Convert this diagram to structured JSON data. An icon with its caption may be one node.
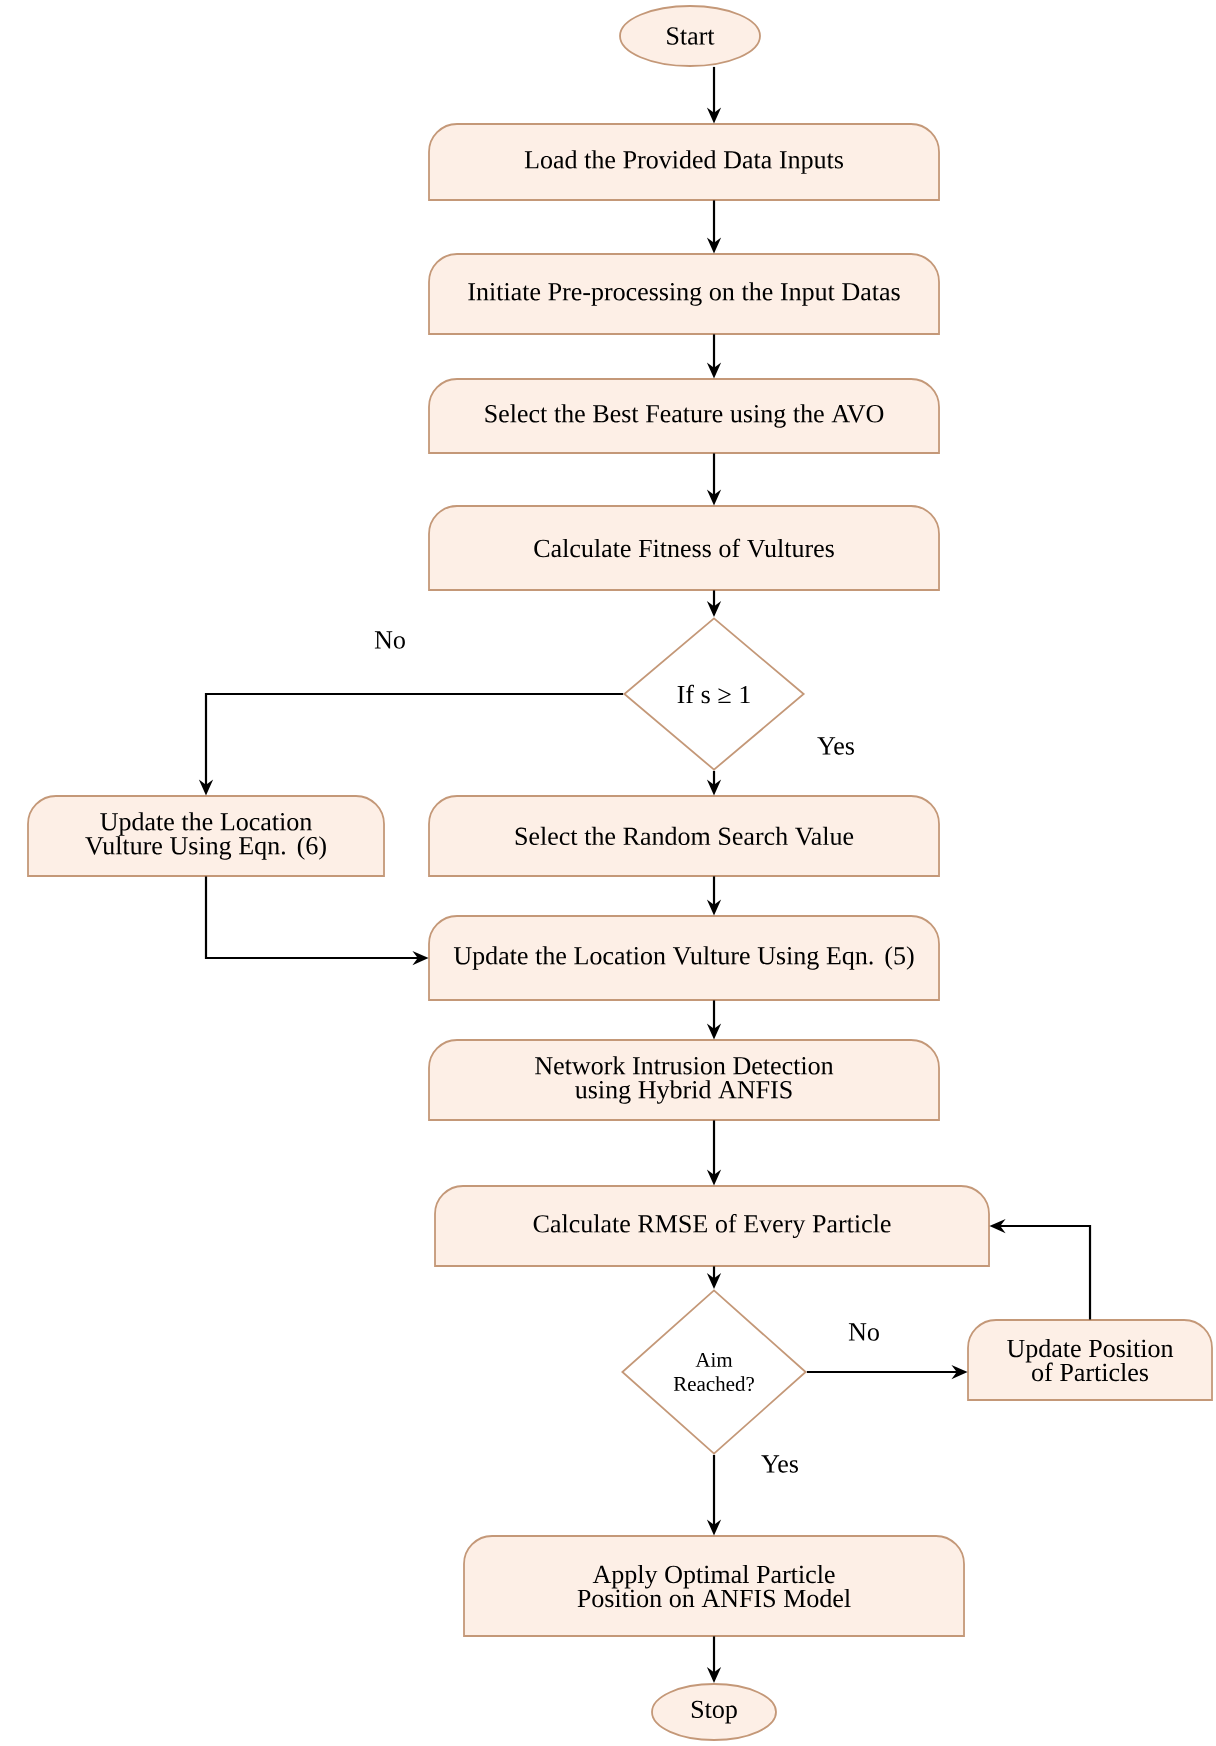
{
  "diagram": {
    "nodes": [
      {
        "text": [
          "Start"
        ]
      },
      {
        "text": [
          "Load the Provided Data Inputs"
        ]
      },
      {
        "text": [
          "Initiate Pre-processing on the Input Datas"
        ]
      },
      {
        "text": [
          "Select the Best Feature using the AVO"
        ]
      },
      {
        "text": [
          "Calculate Fitness of Vultures"
        ]
      },
      {
        "text": [
          "If s ≥ 1"
        ]
      },
      {
        "text": [
          "Update the Location Vulture Using Eqn. (6)"
        ]
      },
      {
        "text": [
          "Select the Random Search Value"
        ]
      },
      {
        "text": [
          "Update the Location Vulture Using Eqn. (5)"
        ]
      },
      {
        "text": [
          "Network Intrusion Detection using Hybrid ANFIS"
        ]
      },
      {
        "text": [
          "Calculate RMSE of Every Particle"
        ]
      },
      {
        "text": [
          "Aim Reached?"
        ]
      },
      {
        "text": [
          "Update Position of Particles"
        ]
      },
      {
        "text": [
          "Apply Optimal Particle Position on ANFIS Model"
        ]
      },
      {
        "text": [
          "Stop"
        ]
      }
    ],
    "edges": [
      {
        "from": 0,
        "to": 1,
        "arrow": "to"
      },
      {
        "from": 1,
        "to": 2,
        "arrow": "to"
      },
      {
        "from": 2,
        "to": 3,
        "arrow": "to"
      },
      {
        "from": 3,
        "to": 4,
        "arrow": "to"
      },
      {
        "from": 4,
        "to": 5,
        "arrow": "to"
      },
      {
        "from": 5,
        "to": 6,
        "arrow": "to",
        "label": "No"
      },
      {
        "from": 5,
        "to": 7,
        "arrow": "to",
        "label": "Yes"
      },
      {
        "from": 6,
        "to": 8,
        "arrow": "to"
      },
      {
        "from": 7,
        "to": 8,
        "arrow": "to"
      },
      {
        "from": 8,
        "to": 9,
        "arrow": "to"
      },
      {
        "from": 9,
        "to": 10,
        "arrow": "to"
      },
      {
        "from": 10,
        "to": 11,
        "arrow": "to"
      },
      {
        "from": 11,
        "to": 12,
        "arrow": "to",
        "label": "No"
      },
      {
        "from": 12,
        "to": 10,
        "arrow": "to"
      },
      {
        "from": 11,
        "to": 13,
        "arrow": "to",
        "label": "Yes"
      },
      {
        "from": 13,
        "to": 14,
        "arrow": "to"
      }
    ]
  }
}
